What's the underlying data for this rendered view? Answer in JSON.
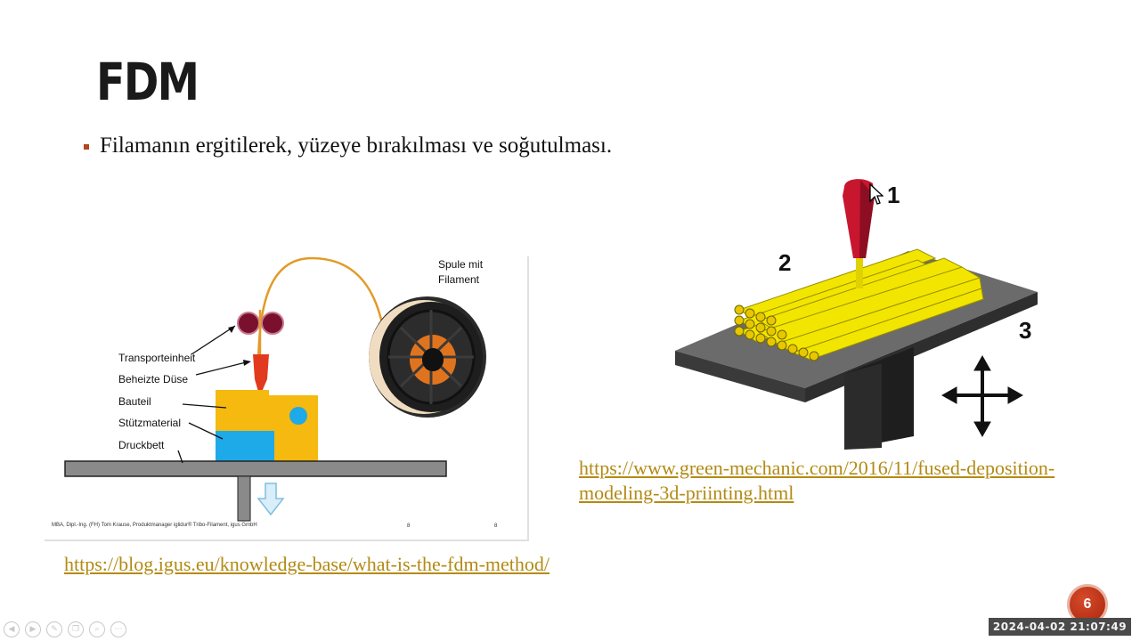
{
  "slide": {
    "title": "FDM",
    "bullet": "Filamanın ergitilerek, yüzeye bırakılması ve soğutulması.",
    "page_number": "6"
  },
  "diagram_left": {
    "labels": {
      "spool": "Spule mit",
      "spool2": "Filament",
      "transport": "Transporteinheit",
      "nozzle": "Beheizte Düse",
      "part": "Bauteil",
      "support": "Stützmaterial",
      "bed": "Druckbett"
    },
    "footer": "MBA, Dipl.-Ing. (FH) Tom Krause, Produktmanager iglidur® Tribo-Filament, igus GmbH",
    "page_a": "8",
    "page_b": "8",
    "colors": {
      "part": "#f5b90f",
      "support": "#1ea9e8",
      "nozzle": "#e23a1f",
      "rollers": "#7a0f2e",
      "bed": "#7f7f7f",
      "filament": "#e39a2a"
    }
  },
  "diagram_right": {
    "labels": {
      "one": "1",
      "two": "2",
      "three": "3"
    },
    "colors": {
      "rods": "#f2e600",
      "extruder": "#c8162f",
      "table": "#555555"
    }
  },
  "links": {
    "right": "https://www.green-mechanic.com/2016/11/fused-deposition-modeling-3d-priinting.html",
    "left": "https://blog.igus.eu/knowledge-base/what-is-the-fdm-method/"
  },
  "overlay": {
    "timestamp": "2024-04-02  21:07:49",
    "controls": [
      "prev-icon",
      "play-icon",
      "pen-icon",
      "copy-icon",
      "zoom-icon",
      "more-icon"
    ]
  }
}
